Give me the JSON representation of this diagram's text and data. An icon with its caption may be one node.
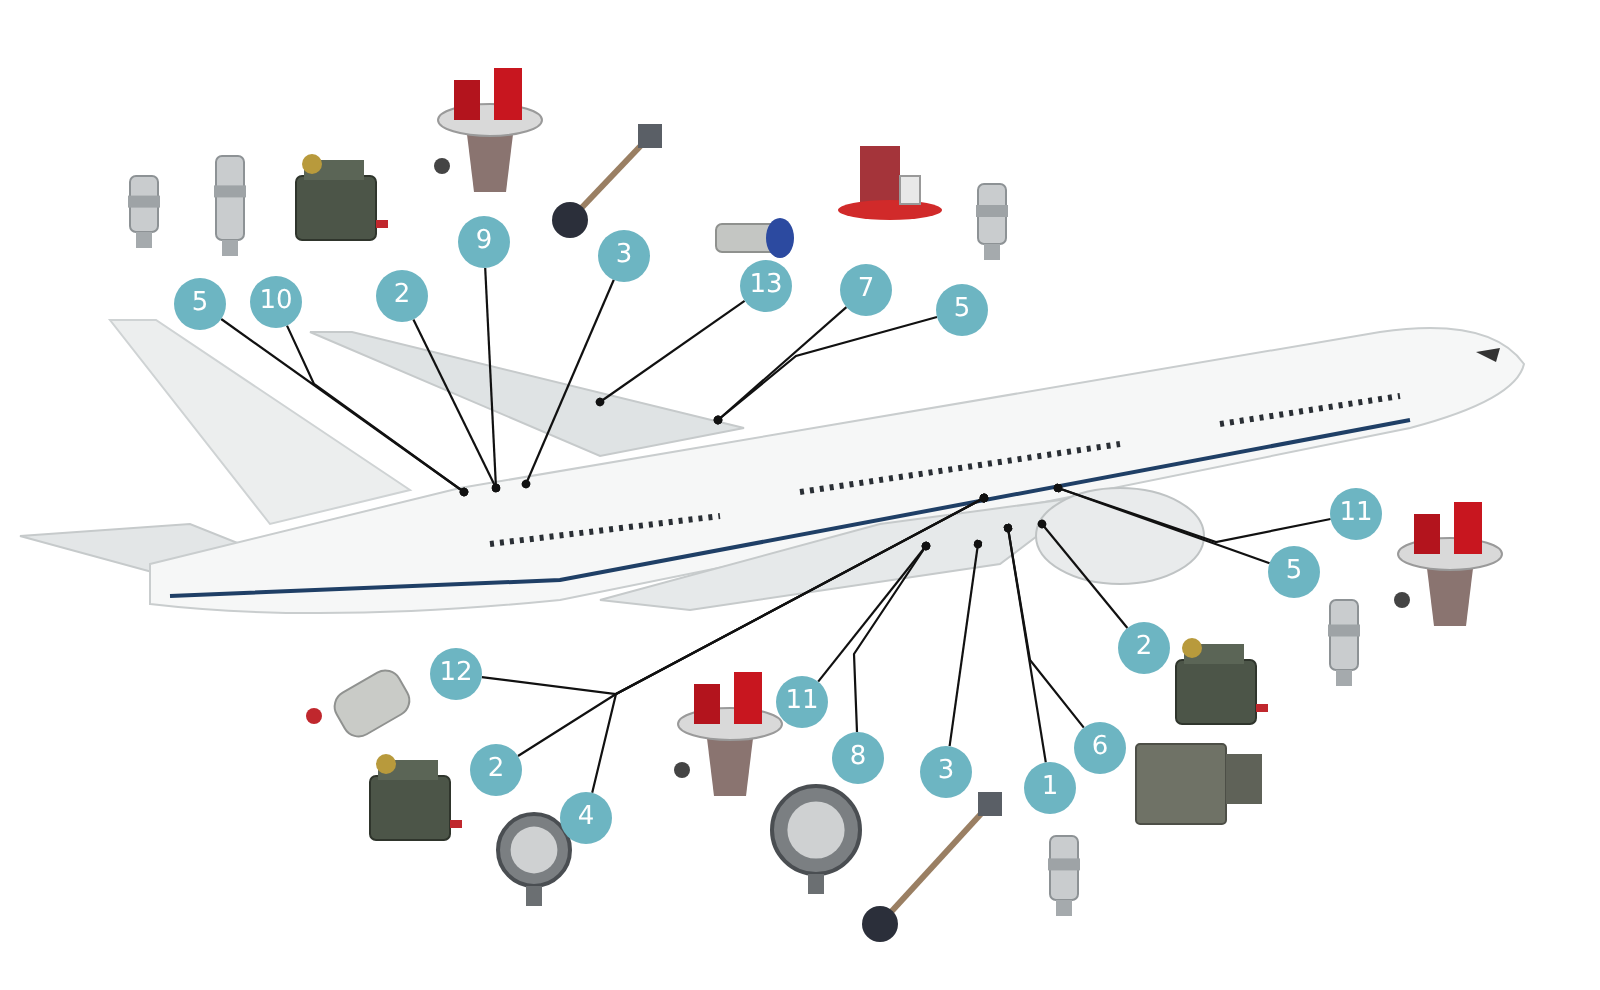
{
  "diagram": {
    "nodes": [
      {
        "text": [
          "9"
        ]
      },
      {
        "text": [
          "3"
        ]
      },
      {
        "text": [
          "13"
        ]
      },
      {
        "text": [
          "7"
        ]
      },
      {
        "text": [
          "5"
        ]
      },
      {
        "text": [
          "2"
        ]
      },
      {
        "text": [
          "5"
        ]
      },
      {
        "text": [
          "10"
        ]
      },
      {
        "text": [
          "11"
        ]
      },
      {
        "text": [
          "5"
        ]
      },
      {
        "text": [
          "2"
        ]
      },
      {
        "text": [
          "12"
        ]
      },
      {
        "text": [
          "11"
        ]
      },
      {
        "text": [
          "6"
        ]
      },
      {
        "text": [
          "3"
        ]
      },
      {
        "text": [
          "8"
        ]
      },
      {
        "text": [
          "2"
        ]
      },
      {
        "text": [
          "1"
        ]
      },
      {
        "text": [
          "4"
        ]
      }
    ],
    "edges": [
      {
        "from": 0,
        "to": null,
        "arrow": "other"
      },
      {
        "from": 1,
        "to": null,
        "arrow": "other"
      },
      {
        "from": 2,
        "to": null,
        "arrow": "other"
      },
      {
        "from": 3,
        "to": null,
        "arrow": "other"
      },
      {
        "from": 4,
        "to": null,
        "arrow": "other"
      },
      {
        "from": 5,
        "to": null,
        "arrow": "other"
      },
      {
        "from": 6,
        "to": null,
        "arrow": "other"
      },
      {
        "from": 7,
        "to": null,
        "arrow": "other"
      },
      {
        "from": 8,
        "to": null,
        "arrow": "other"
      },
      {
        "from": 9,
        "to": null,
        "arrow": "other"
      },
      {
        "from": 10,
        "to": null,
        "arrow": "other"
      },
      {
        "from": 11,
        "to": null,
        "arrow": "other"
      },
      {
        "from": 12,
        "to": null,
        "arrow": "other"
      },
      {
        "from": 13,
        "to": null,
        "arrow": "other"
      },
      {
        "from": 14,
        "to": null,
        "arrow": "other"
      },
      {
        "from": 15,
        "to": null,
        "arrow": "other"
      },
      {
        "from": 16,
        "to": null,
        "arrow": "other"
      },
      {
        "from": 17,
        "to": null,
        "arrow": "other"
      },
      {
        "from": 18,
        "to": null,
        "arrow": "other"
      }
    ]
  }
}
